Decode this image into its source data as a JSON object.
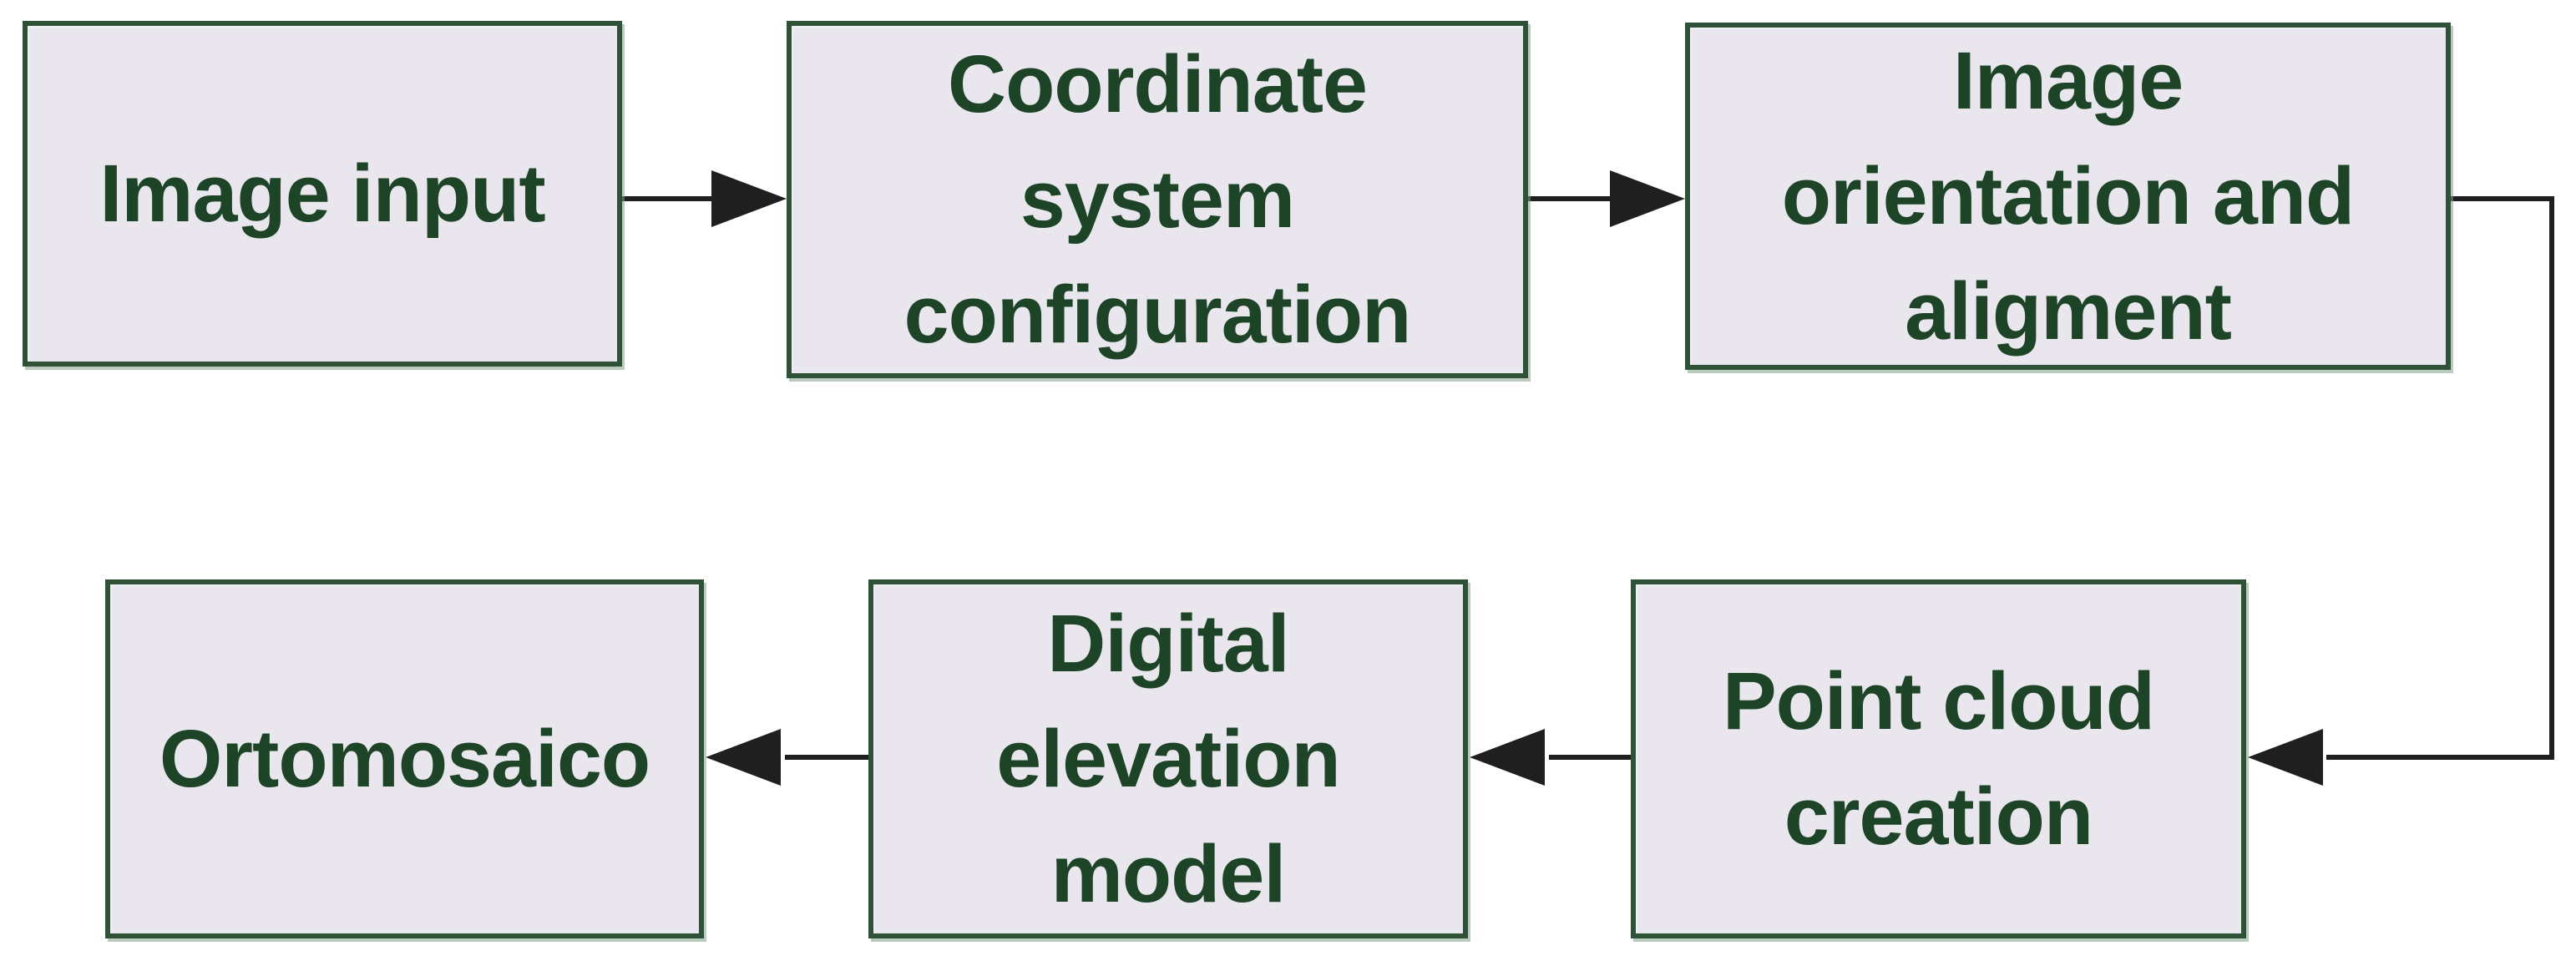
{
  "diagram": {
    "type": "flowchart",
    "background_color": "#ffffff",
    "node_fill_color": "#e9e7ed",
    "node_border_color": "#2f5137",
    "text_color": "#1d4427",
    "arrow_color": "#1f1f1f",
    "nodes": [
      {
        "id": "image-input",
        "label": "Image input"
      },
      {
        "id": "coordinate-system-configuration",
        "label": "Coordinate\nsystem\nconfiguration"
      },
      {
        "id": "image-orientation-and-aligment",
        "label": "Image\norientation and\naligment"
      },
      {
        "id": "point-cloud-creation",
        "label": "Point cloud\ncreation"
      },
      {
        "id": "digital-elevation-model",
        "label": "Digital\nelevation\nmodel"
      },
      {
        "id": "ortomosaico",
        "label": "Ortomosaico"
      }
    ],
    "edges": [
      {
        "from": "image-input",
        "to": "coordinate-system-configuration"
      },
      {
        "from": "coordinate-system-configuration",
        "to": "image-orientation-and-aligment"
      },
      {
        "from": "image-orientation-and-aligment",
        "to": "point-cloud-creation"
      },
      {
        "from": "point-cloud-creation",
        "to": "digital-elevation-model"
      },
      {
        "from": "digital-elevation-model",
        "to": "ortomosaico"
      }
    ]
  }
}
